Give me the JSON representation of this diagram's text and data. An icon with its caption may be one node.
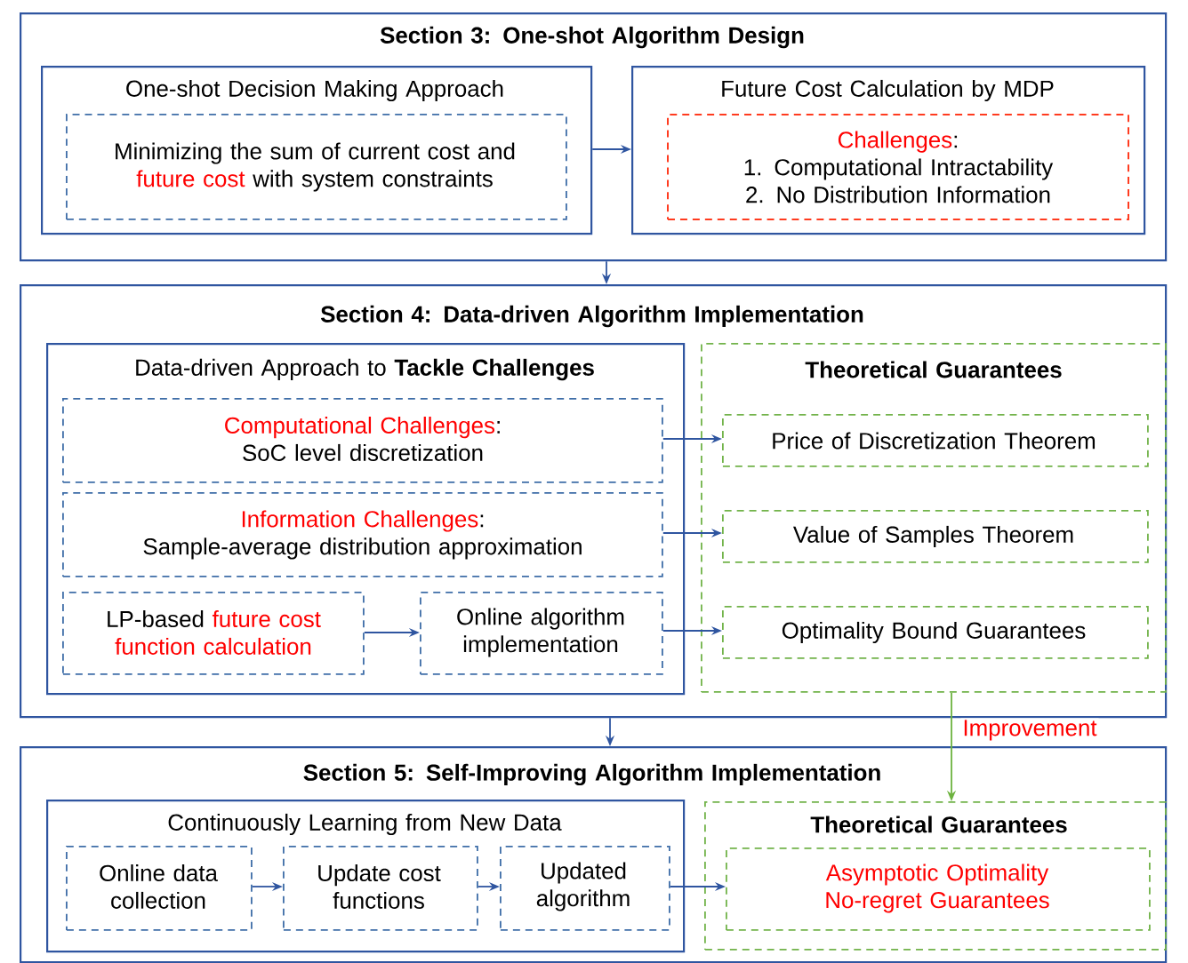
{
  "diagram": {
    "nodes": [
      {
        "text": [
          "Section 3: One-shot Algorithm Design"
        ]
      },
      {
        "text": [
          "One-shot Decision Making Approach"
        ],
        "in": 0
      },
      {
        "text": [
          "Minimizing the sum of current cost and",
          "future cost",
          "with system constraints"
        ],
        "in": 1
      },
      {
        "text": [
          "Future Cost Calculation by MDP"
        ],
        "in": 0
      },
      {
        "text": [
          "Challenges",
          ":",
          "1. Computational Intractability",
          "2. No Distribution Information"
        ],
        "in": 3
      },
      {
        "text": [
          "Section 4: Data-driven Algorithm Implementation"
        ]
      },
      {
        "text": [
          "Data-driven Approach to **Tackle Challenges**"
        ],
        "in": 5
      },
      {
        "text": [
          "Computational Challenges",
          ":",
          "SoC level discretization"
        ],
        "in": 6
      },
      {
        "text": [
          "Information Challenges",
          ":",
          "Sample-average distribution approximation"
        ],
        "in": 6
      },
      {
        "text": [
          "LP-based",
          "future cost function calculation"
        ],
        "in": 6
      },
      {
        "text": [
          "Online algorithm implementation"
        ],
        "in": 6
      },
      {
        "text": [
          "Theoretical Guarantees"
        ],
        "in": 5
      },
      {
        "text": [
          "Price of Discretization Theorem"
        ],
        "in": 11
      },
      {
        "text": [
          "Value of Samples Theorem"
        ],
        "in": 11
      },
      {
        "text": [
          "Optimality Bound Guarantees"
        ],
        "in": 11
      },
      {
        "text": [
          "Section 5: Self-Improving Algorithm Implementation"
        ]
      },
      {
        "text": [
          "Continuously Learning from New Data"
        ],
        "in": 15
      },
      {
        "text": [
          "Online data collection"
        ],
        "in": 16
      },
      {
        "text": [
          "Update cost functions"
        ],
        "in": 16
      },
      {
        "text": [
          "Updated algorithm"
        ],
        "in": 16
      },
      {
        "text": [
          "Theoretical Guarantees"
        ],
        "in": 15
      },
      {
        "text": [
          "Asymptotic Optimality",
          "No-regret Guarantees"
        ],
        "in": 20
      }
    ],
    "edges": [
      {
        "from": 1,
        "to": 3,
        "arrow": "to"
      },
      {
        "from": 0,
        "to": 5,
        "arrow": "to"
      },
      {
        "from": 7,
        "to": 12,
        "arrow": "to"
      },
      {
        "from": 8,
        "to": 13,
        "arrow": "to"
      },
      {
        "from": 9,
        "to": 10,
        "arrow": "to"
      },
      {
        "from": 10,
        "to": 14,
        "arrow": "to"
      },
      {
        "from": 5,
        "to": 15,
        "arrow": "to"
      },
      {
        "from": 11,
        "to": 20,
        "arrow": "to",
        "label": "Improvement",
        "color": "#6db33f"
      },
      {
        "from": 17,
        "to": 18,
        "arrow": "to"
      },
      {
        "from": 18,
        "to": 19,
        "arrow": "to"
      },
      {
        "from": 19,
        "to": 21,
        "arrow": "to"
      }
    ]
  }
}
